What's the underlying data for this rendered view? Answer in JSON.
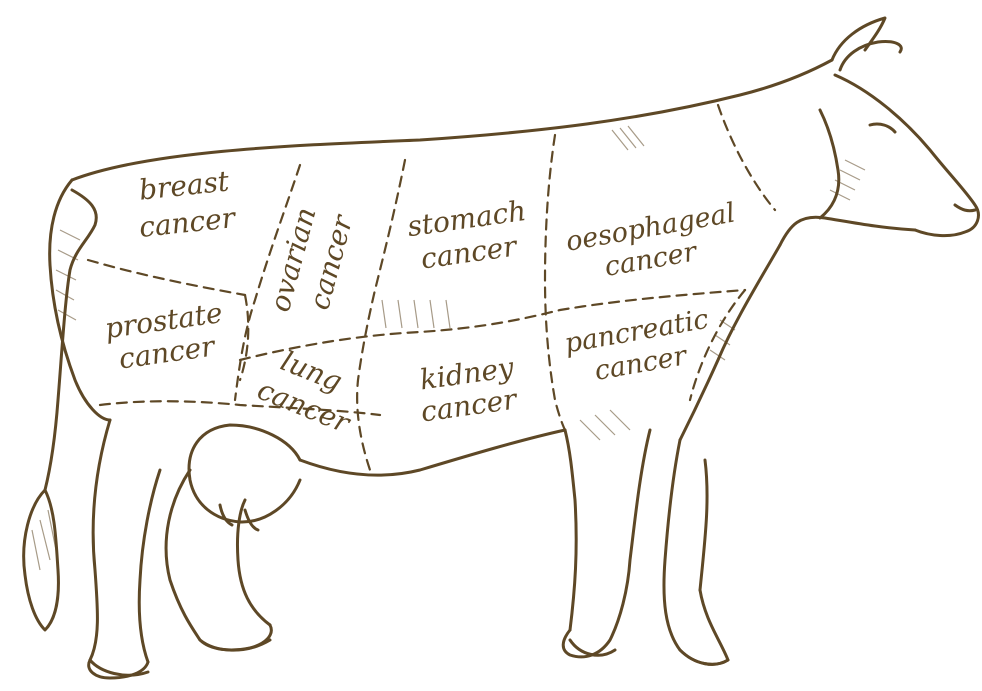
{
  "colors": {
    "ink": "#5e4826",
    "background": "#ffffff"
  },
  "regions": [
    {
      "line1": "breast",
      "line2": "cancer"
    },
    {
      "line1": "ovarian",
      "line2": "cancer"
    },
    {
      "line1": "stomach",
      "line2": "cancer"
    },
    {
      "line1": "oesophageal",
      "line2": "cancer"
    },
    {
      "line1": "prostate",
      "line2": "cancer"
    },
    {
      "line1": "lung",
      "line2": "cancer"
    },
    {
      "line1": "kidney",
      "line2": "cancer"
    },
    {
      "line1": "pancreatic",
      "line2": "cancer"
    }
  ]
}
